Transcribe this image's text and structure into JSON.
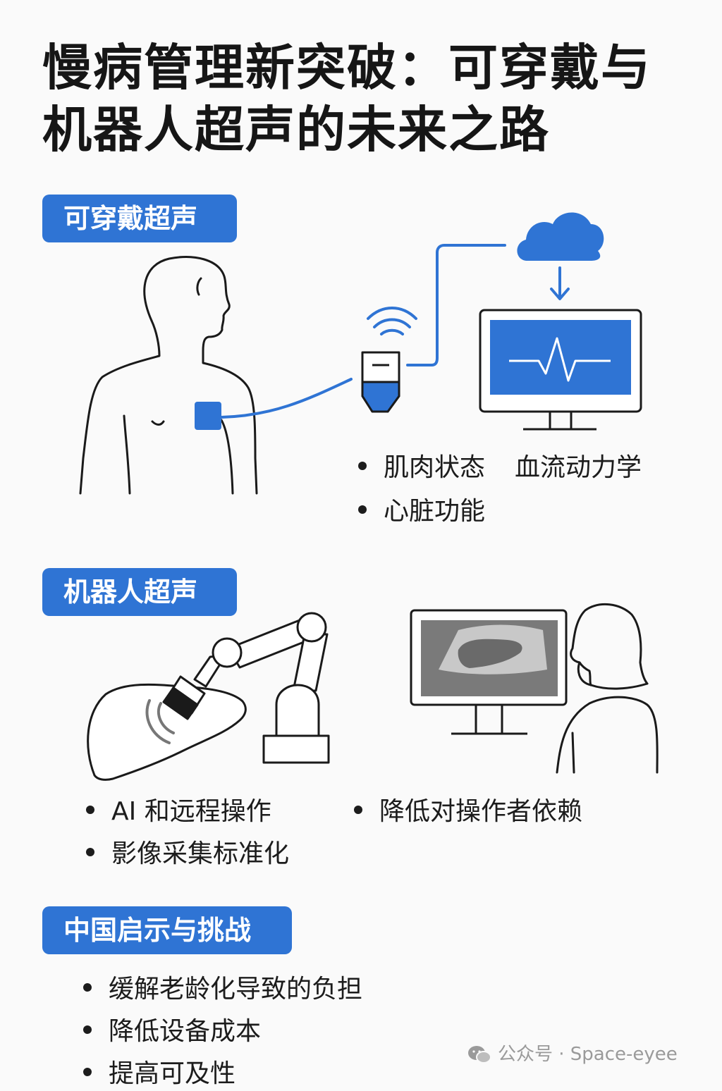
{
  "title": "慢病管理新突破：可穿戴与机器人超声的未来之路",
  "sections": {
    "wearable": {
      "badge": "可穿戴超声",
      "bullets": [
        "肌肉状态",
        "血流动力学",
        "心脏功能"
      ]
    },
    "robotic": {
      "badge": "机器人超声",
      "bullets": [
        "AI 和远程操作",
        "影像采集标准化",
        "降低对操作者依赖"
      ]
    },
    "china": {
      "badge": "中国启示与挑战",
      "bullets": [
        "缓解老龄化导致的负担",
        "降低设备成本",
        "提高可及性"
      ]
    }
  },
  "footer": {
    "label": "公众号 · Space-eyee",
    "icon": "wechat-icon"
  },
  "colors": {
    "accent": "#2f74d4",
    "background": "#fafafa",
    "text": "#1a1a1a",
    "screen_gray": "#7a7a7a"
  }
}
